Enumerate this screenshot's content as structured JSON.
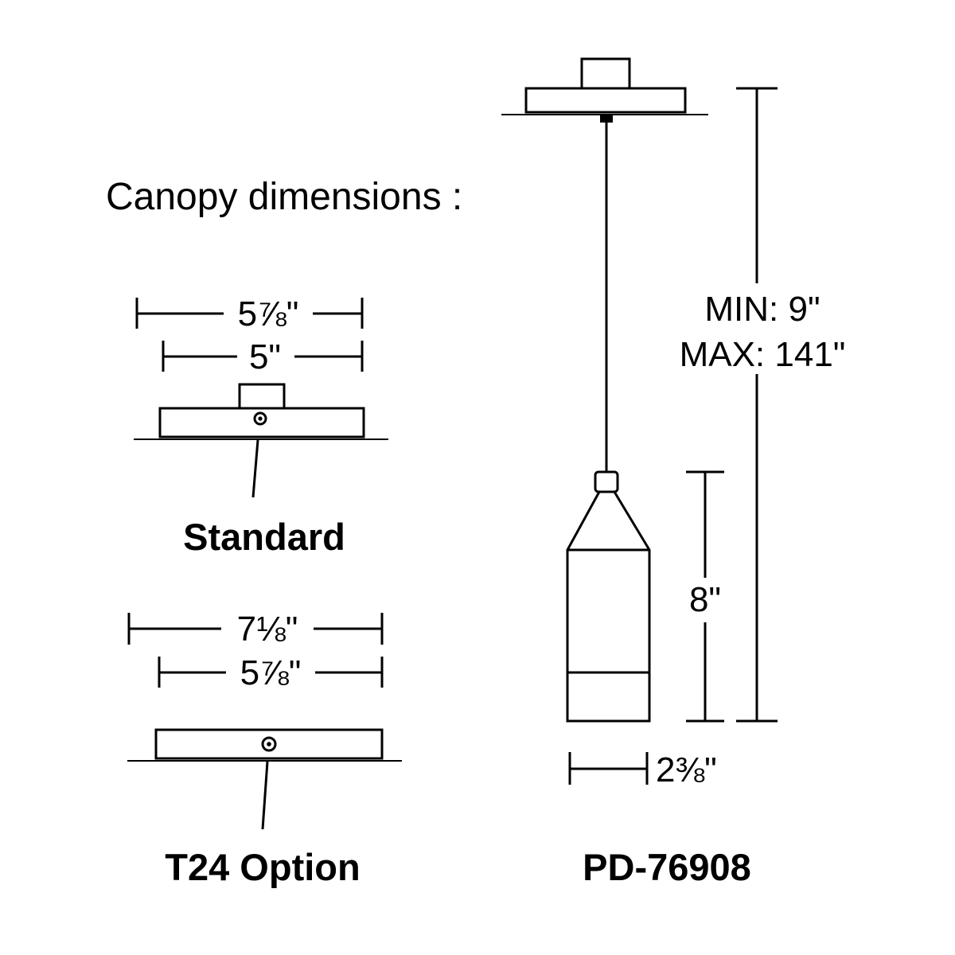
{
  "title": "Canopy dimensions :",
  "colors": {
    "line": "#000000",
    "background": "#ffffff"
  },
  "standard": {
    "label": "Standard",
    "dim_outer": "5⅞\"",
    "dim_inner": "5\""
  },
  "t24": {
    "label": "T24 Option",
    "dim_outer": "7⅛\"",
    "dim_inner": "5⅞\""
  },
  "pendant": {
    "model": "PD-76908",
    "suspension_min": "MIN: 9\"",
    "suspension_max": "MAX: 141\"",
    "shade_height": "8\"",
    "shade_diameter": "2⅜\""
  }
}
